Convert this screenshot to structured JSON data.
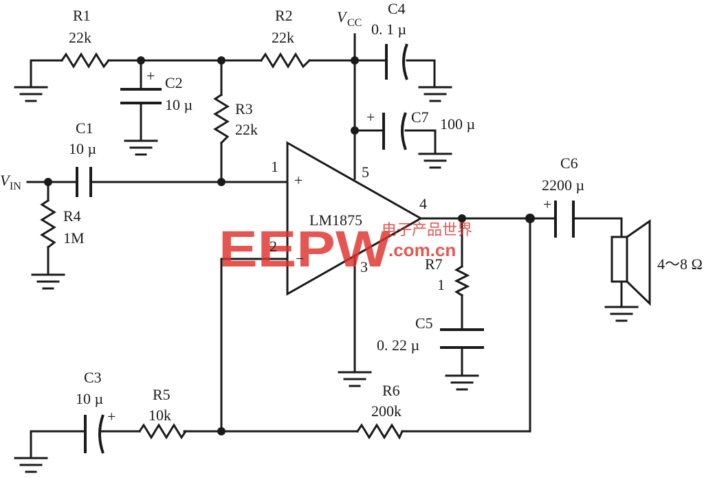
{
  "components": {
    "r1": {
      "ref": "R1",
      "value": "22k"
    },
    "r2": {
      "ref": "R2",
      "value": "22k"
    },
    "r3": {
      "ref": "R3",
      "value": "22k"
    },
    "r4": {
      "ref": "R4",
      "value": "1M"
    },
    "r5": {
      "ref": "R5",
      "value": "10k"
    },
    "r6": {
      "ref": "R6",
      "value": "200k"
    },
    "r7": {
      "ref": "R7",
      "value": "1"
    },
    "c1": {
      "ref": "C1",
      "value": "10 µ"
    },
    "c2": {
      "ref": "C2",
      "value": "10 µ"
    },
    "c3": {
      "ref": "C3",
      "value": "10 µ"
    },
    "c4": {
      "ref": "C4",
      "value": "0. 1 µ"
    },
    "c5": {
      "ref": "C5",
      "value": "0. 22 µ"
    },
    "c6": {
      "ref": "C6",
      "value": "2200 µ"
    },
    "c7": {
      "ref": "C7",
      "value": "100 µ"
    }
  },
  "opamp": {
    "name": "LM1875",
    "pin1": "1",
    "pin2": "2",
    "pin3": "3",
    "pin4": "4",
    "pin5": "5",
    "plus": "+",
    "minus": "−"
  },
  "labels": {
    "vcc_main": "V",
    "vcc_sub": "CC",
    "vin_main": "V",
    "vin_sub": "IN",
    "speaker": "4～8 Ω",
    "polarity": "+"
  },
  "watermark": {
    "logo": "EEPW",
    "domain": ".com.cn",
    "chinese": "电子产品世界"
  }
}
